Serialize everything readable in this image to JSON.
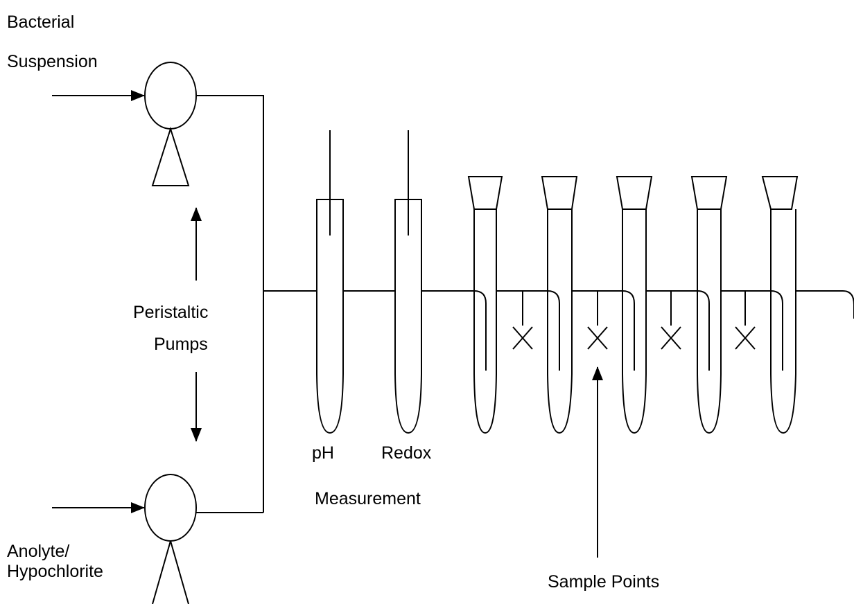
{
  "labels": {
    "bacterial_line1": "Bacterial",
    "bacterial_line2": "Suspension",
    "peristaltic_line1": "Peristaltic",
    "peristaltic_line2": "Pumps",
    "anolyte_line1": "Anolyte/",
    "anolyte_line2": "Hypochlorite",
    "ph": "pH",
    "redox": "Redox",
    "measurement": "Measurement",
    "sample_points": "Sample Points"
  }
}
